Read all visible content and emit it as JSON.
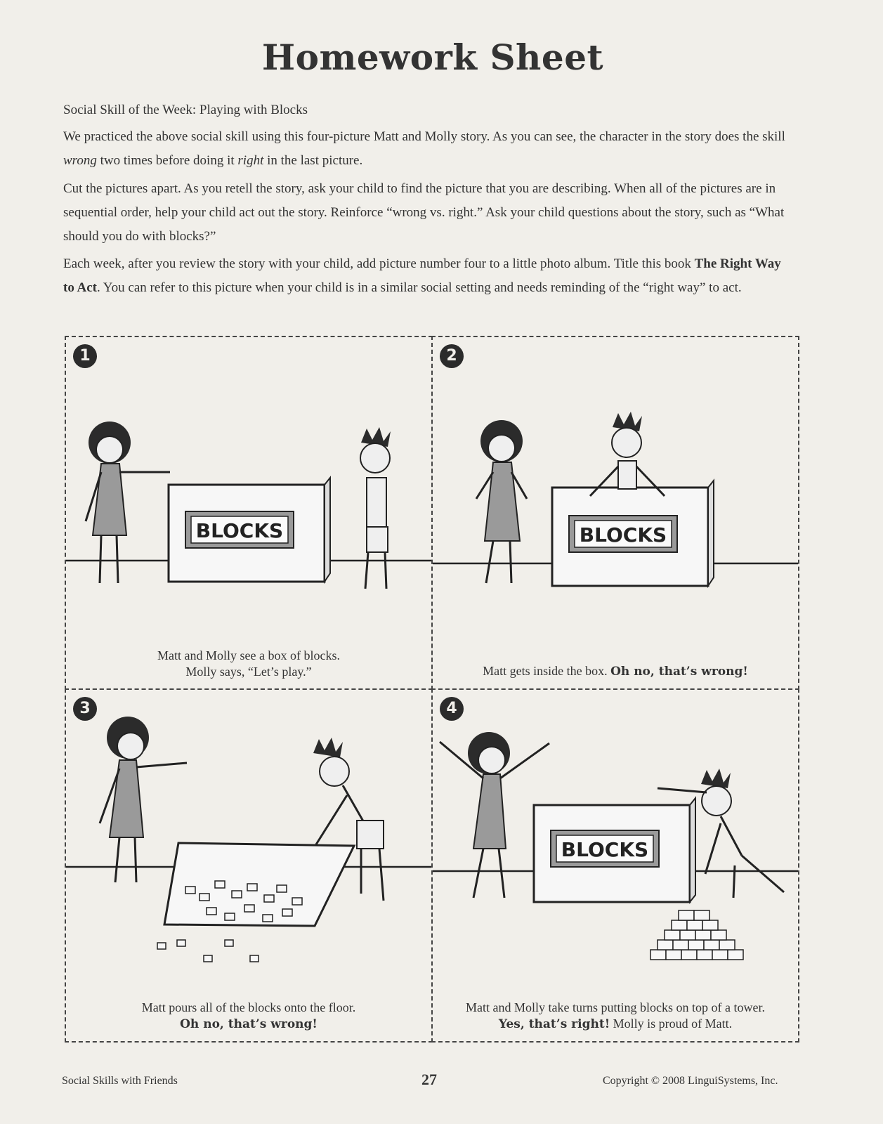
{
  "header": {
    "title": "Homework Sheet"
  },
  "intro": {
    "skill_line": "Social Skill of the Week:  Playing with Blocks",
    "para1_a": "We practiced the above social skill using this four-picture Matt and Molly story.  As you can see, the character in the story does the skill ",
    "para1_wrong": "wrong",
    "para1_b": " two times before doing it ",
    "para1_right": "right",
    "para1_c": " in the last picture.",
    "para2": "Cut the pictures apart.  As you retell the story, ask your child to find the picture that you are describing.  When all of the pictures are in sequential order, help your child act out the story.  Reinforce “wrong vs. right.”  Ask your child questions about the story, such as “What should you do with blocks?”",
    "para3_a": "Each week, after you review the story with your child, add picture number four to a little photo album.  Title this book ",
    "para3_bold": "The Right Way to Act",
    "para3_b": ".  You can refer to this picture when your child is in a similar social setting and needs reminding of the “right way” to act."
  },
  "panels": [
    {
      "number": "1",
      "box_label": "BLOCKS",
      "caption_line1": "Matt and Molly see a box of blocks.",
      "caption_line2": "Molly says, “Let’s play.”"
    },
    {
      "number": "2",
      "box_label": "BLOCKS",
      "caption_plain": "Matt gets inside the box.  ",
      "caption_bold": "Oh no, that’s wrong!"
    },
    {
      "number": "3",
      "caption_line1": "Matt pours all of the blocks onto the floor.",
      "caption_bold": "Oh no, that’s wrong!"
    },
    {
      "number": "4",
      "box_label": "BLOCKS",
      "caption_line1": "Matt and Molly take turns putting blocks on top of a tower.",
      "caption_bold": "Yes, that’s right!",
      "caption_plain": "  Molly is proud of Matt."
    }
  ],
  "footer": {
    "left": "Social Skills with Friends",
    "page": "27",
    "right": "Copyright © 2008 LinguiSystems, Inc."
  }
}
